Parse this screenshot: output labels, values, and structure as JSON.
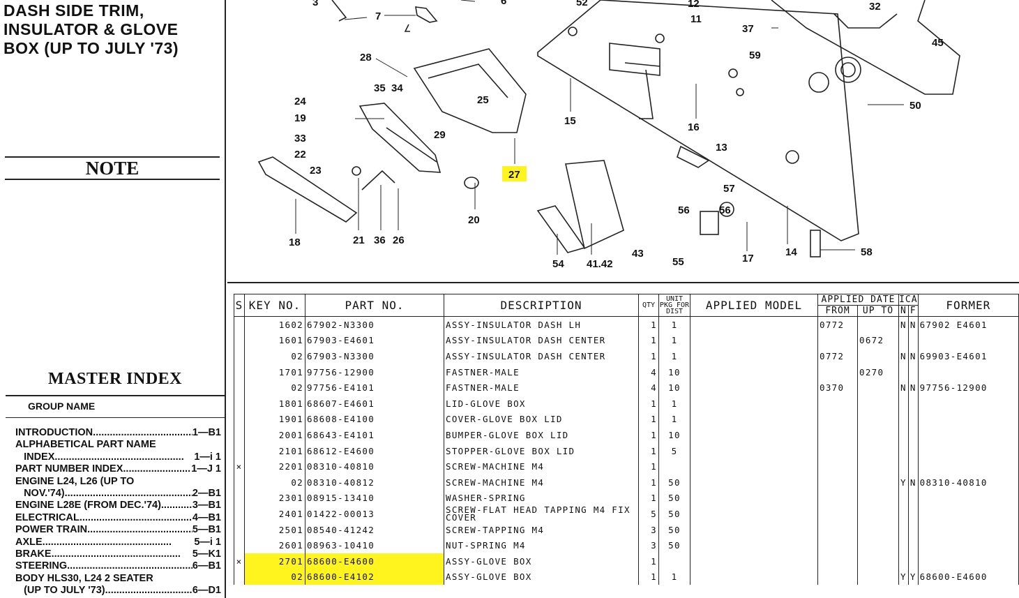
{
  "header": {
    "title_lines": [
      "DASH SIDE TRIM,",
      "INSULATOR & GLOVE",
      "BOX (UP TO JULY '73)"
    ]
  },
  "note": {
    "title": "NOTE"
  },
  "master_index": {
    "title": "MASTER INDEX",
    "group_label": "GROUP NAME",
    "items": [
      {
        "name": "INTRODUCTION",
        "page": "1—B1"
      },
      {
        "name": "ALPHABETICAL PART NAME",
        "page": ""
      },
      {
        "name": "   INDEX",
        "page": "1—i 1"
      },
      {
        "name": "PART NUMBER INDEX",
        "page": "1—J 1"
      },
      {
        "name": "ENGINE L24, L26 (UP TO",
        "page": ""
      },
      {
        "name": "   NOV.'74)",
        "page": "2—B1"
      },
      {
        "name": "ENGINE L28E (FROM DEC.'74)",
        "page": "3—B1"
      },
      {
        "name": "ELECTRICAL",
        "page": "4—B1"
      },
      {
        "name": "POWER TRAIN",
        "page": "5—B1"
      },
      {
        "name": "AXLE",
        "page": "5—i 1"
      },
      {
        "name": "BRAKE",
        "page": "5—K1"
      },
      {
        "name": "STEERING",
        "page": "6—B1"
      },
      {
        "name": "BODY HLS30, L24 2 SEATER",
        "page": ""
      },
      {
        "name": "   (UP TO JULY '73)",
        "page": "6—D1"
      }
    ]
  },
  "diagram": {
    "callouts": [
      "3",
      "7",
      "6",
      "52",
      "12",
      "11",
      "32",
      "37",
      "59",
      "45",
      "50",
      "28",
      "35",
      "34",
      "24",
      "25",
      "19",
      "29",
      "33",
      "22",
      "23",
      "27",
      "15",
      "16",
      "13",
      "20",
      "18",
      "21",
      "36",
      "26",
      "54",
      "41.42",
      "43",
      "56",
      "56",
      "57",
      "55",
      "17",
      "14",
      "58"
    ],
    "highlighted_callout": "27"
  },
  "table": {
    "headers": {
      "s": "S",
      "key": "KEY NO.",
      "part": "PART NO.",
      "desc": "DESCRIPTION",
      "qty": "QTY",
      "unit": "UNIT PKG FOR DIST",
      "model": "APPLIED MODEL",
      "applied_date": "APPLIED DATE",
      "from": "FROM",
      "upto": "UP TO",
      "ica": "ICA",
      "n": "N",
      "f": "F",
      "former": "FORMER"
    },
    "rows": [
      {
        "s": "",
        "key": "1602",
        "part": "67902-N3300",
        "desc": "ASSY-INSULATOR DASH LH",
        "qty": "1",
        "unit": "1",
        "model": "",
        "from": "0772",
        "upto": "",
        "n": "N",
        "f": "N",
        "former": "67902 E4601",
        "hl": false
      },
      {
        "s": "",
        "key": "1601",
        "part": "67903-E4601",
        "desc": "ASSY-INSULATOR DASH CENTER",
        "qty": "1",
        "unit": "1",
        "model": "",
        "from": "",
        "upto": "0672",
        "n": "",
        "f": "",
        "former": "",
        "hl": false
      },
      {
        "s": "",
        "key": "02",
        "part": "67903-N3300",
        "desc": "ASSY-INSULATOR DASH CENTER",
        "qty": "1",
        "unit": "1",
        "model": "",
        "from": "0772",
        "upto": "",
        "n": "N",
        "f": "N",
        "former": "69903-E4601",
        "hl": false
      },
      {
        "s": "",
        "key": "1701",
        "part": "97756-12900",
        "desc": "FASTNER-MALE",
        "qty": "4",
        "unit": "10",
        "model": "",
        "from": "",
        "upto": "0270",
        "n": "",
        "f": "",
        "former": "",
        "hl": false
      },
      {
        "s": "",
        "key": "02",
        "part": "97756-E4101",
        "desc": "FASTNER-MALE",
        "qty": "4",
        "unit": "10",
        "model": "",
        "from": "0370",
        "upto": "",
        "n": "N",
        "f": "N",
        "former": "97756-12900",
        "hl": false
      },
      {
        "s": "",
        "key": "1801",
        "part": "68607-E4601",
        "desc": "LID-GLOVE BOX",
        "qty": "1",
        "unit": "1",
        "model": "",
        "from": "",
        "upto": "",
        "n": "",
        "f": "",
        "former": "",
        "hl": false
      },
      {
        "s": "",
        "key": "1901",
        "part": "68608-E4100",
        "desc": "COVER-GLOVE BOX LID",
        "qty": "1",
        "unit": "1",
        "model": "",
        "from": "",
        "upto": "",
        "n": "",
        "f": "",
        "former": "",
        "hl": false
      },
      {
        "s": "",
        "key": "2001",
        "part": "68643-E4101",
        "desc": "BUMPER-GLOVE BOX LID",
        "qty": "1",
        "unit": "10",
        "model": "",
        "from": "",
        "upto": "",
        "n": "",
        "f": "",
        "former": "",
        "hl": false
      },
      {
        "s": "",
        "key": "2101",
        "part": "68612-E4600",
        "desc": "STOPPER-GLOVE BOX LID",
        "qty": "1",
        "unit": "5",
        "model": "",
        "from": "",
        "upto": "",
        "n": "",
        "f": "",
        "former": "",
        "hl": false
      },
      {
        "s": "×",
        "key": "2201",
        "part": "08310-40810",
        "desc": "SCREW-MACHINE M4",
        "qty": "1",
        "unit": "",
        "model": "",
        "from": "",
        "upto": "",
        "n": "",
        "f": "",
        "former": "",
        "hl": false
      },
      {
        "s": "",
        "key": "02",
        "part": "08310-40812",
        "desc": "SCREW-MACHINE M4",
        "qty": "1",
        "unit": "50",
        "model": "",
        "from": "",
        "upto": "",
        "n": "Y",
        "f": "N",
        "former": "08310-40810",
        "hl": false
      },
      {
        "s": "",
        "key": "2301",
        "part": "08915-13410",
        "desc": "WASHER-SPRING",
        "qty": "1",
        "unit": "50",
        "model": "",
        "from": "",
        "upto": "",
        "n": "",
        "f": "",
        "former": "",
        "hl": false
      },
      {
        "s": "",
        "key": "2401",
        "part": "01422-00013",
        "desc": "SCREW-FLAT HEAD TAPPING M4 FIX COVER",
        "qty": "5",
        "unit": "50",
        "model": "",
        "from": "",
        "upto": "",
        "n": "",
        "f": "",
        "former": "",
        "hl": false
      },
      {
        "s": "",
        "key": "2501",
        "part": "08540-41242",
        "desc": "SCREW-TAPPING M4",
        "qty": "3",
        "unit": "50",
        "model": "",
        "from": "",
        "upto": "",
        "n": "",
        "f": "",
        "former": "",
        "hl": false
      },
      {
        "s": "",
        "key": "2601",
        "part": "08963-10410",
        "desc": "NUT-SPRING M4",
        "qty": "3",
        "unit": "50",
        "model": "",
        "from": "",
        "upto": "",
        "n": "",
        "f": "",
        "former": "",
        "hl": false
      },
      {
        "s": "×",
        "key": "2701",
        "part": "68600-E4600",
        "desc": "ASSY-GLOVE BOX",
        "qty": "1",
        "unit": "",
        "model": "",
        "from": "",
        "upto": "",
        "n": "",
        "f": "",
        "former": "",
        "hl": true
      },
      {
        "s": "",
        "key": "02",
        "part": "68600-E4102",
        "desc": "ASSY-GLOVE BOX",
        "qty": "1",
        "unit": "1",
        "model": "",
        "from": "",
        "upto": "",
        "n": "Y",
        "f": "Y",
        "former": "68600-E4600",
        "hl": true
      }
    ]
  }
}
